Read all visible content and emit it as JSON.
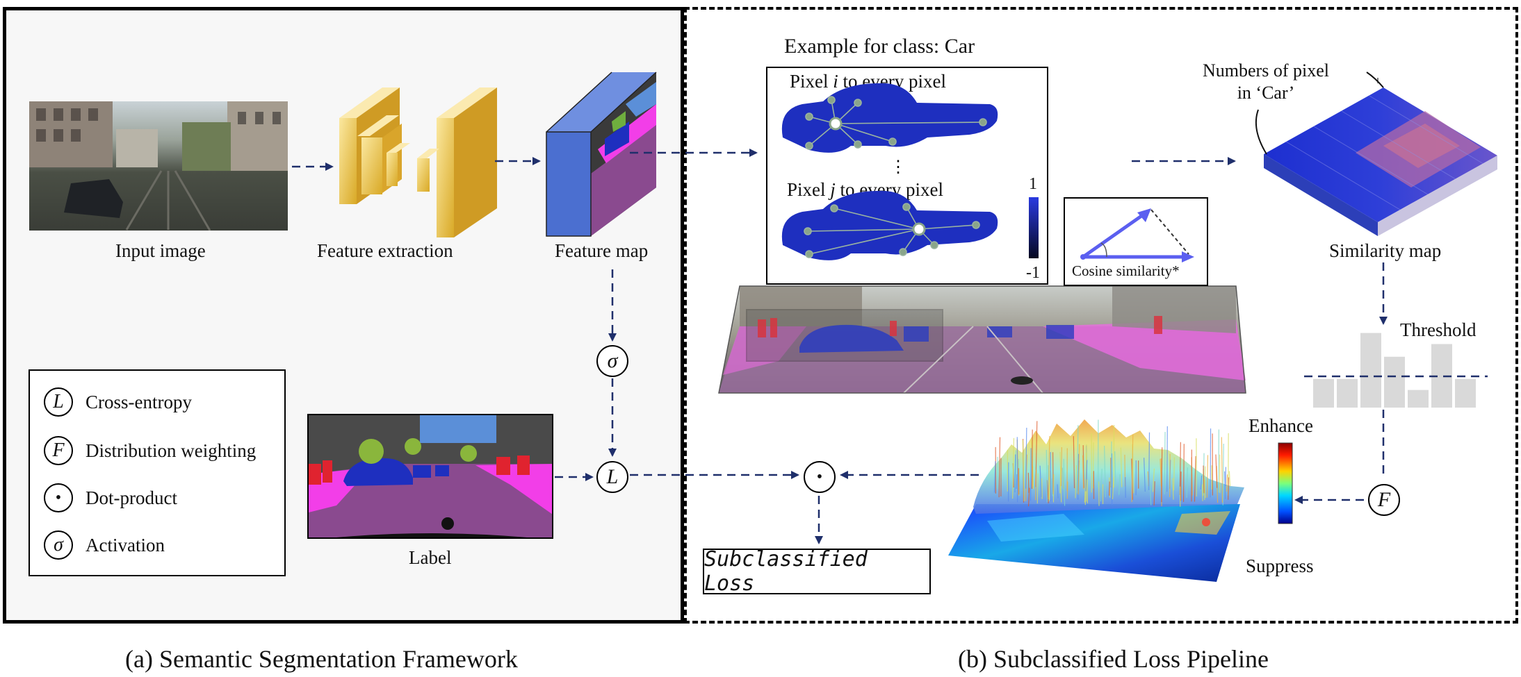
{
  "panels": {
    "a_caption": "(a) Semantic Segmentation Framework",
    "b_caption": "(b) Subclassified Loss Pipeline"
  },
  "nodes": {
    "input_image": "Input image",
    "feature_extraction": "Feature extraction",
    "feature_map": "Feature map",
    "label": "Label",
    "example_title": "Example for class: Car",
    "pixel_i": {
      "prefix": "Pixel ",
      "var": "i",
      "suffix": " to every pixel"
    },
    "pixel_j": {
      "prefix": "Pixel ",
      "var": "j",
      "suffix": " to every pixel"
    },
    "colorbar_top": "1",
    "colorbar_bottom": "-1",
    "cosine": "Cosine similarity*",
    "numbers_of_pixel": "Numbers of pixel",
    "in_car": "in ‘Car’",
    "similarity_map": "Similarity map",
    "threshold": "Threshold",
    "enhance": "Enhance",
    "suppress": "Suppress",
    "subclassified_loss": "Subclassified Loss"
  },
  "operators": {
    "sigma": "σ",
    "L": "L",
    "F": "F",
    "dot": "⊙"
  },
  "legend": [
    {
      "symbol": "L",
      "text": "Cross-entropy"
    },
    {
      "symbol": "F",
      "text": "Distribution weighting"
    },
    {
      "symbol": "•",
      "text": "Dot-product"
    },
    {
      "symbol": "σ",
      "text": "Activation"
    }
  ],
  "histogram": {
    "values": [
      0.38,
      0.38,
      0.96,
      0.66,
      0.24,
      0.82,
      0.38
    ]
  },
  "colors": {
    "arrow": "#1f2f6b",
    "cube_gold": "#f0cd4f",
    "feature_blue": "#4b6fd0",
    "car_blue": "#1e2fbf",
    "seg_magenta": "#f23ee8",
    "seg_purple": "#8a4a8f",
    "hist_gray": "#d9d9d9"
  }
}
